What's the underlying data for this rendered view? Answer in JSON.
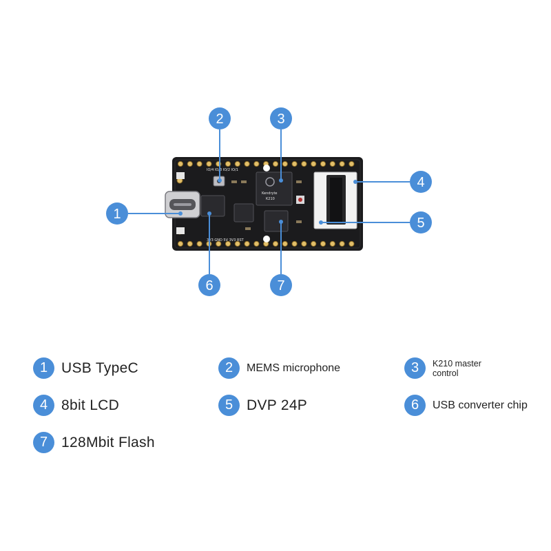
{
  "callouts": [
    {
      "num": "1",
      "label": "USB TypeC"
    },
    {
      "num": "2",
      "label": "MEMS microphone"
    },
    {
      "num": "3",
      "label": "K210 master control"
    },
    {
      "num": "4",
      "label": "8bit LCD"
    },
    {
      "num": "5",
      "label": "DVP 24P"
    },
    {
      "num": "6",
      "label": "USB converter chip"
    },
    {
      "num": "7",
      "label": "128Mbit Flash"
    }
  ],
  "board": {
    "chip_marking": "Kendryte",
    "chip_model": "K210",
    "silk_top": "IO/4 IO/3 IO/2 IO/1",
    "silk_bottom": "3V3  GND  5V  3V3  RST"
  },
  "colors": {
    "callout_blue": "#4a8ed8",
    "board": "#1b1b1d"
  }
}
